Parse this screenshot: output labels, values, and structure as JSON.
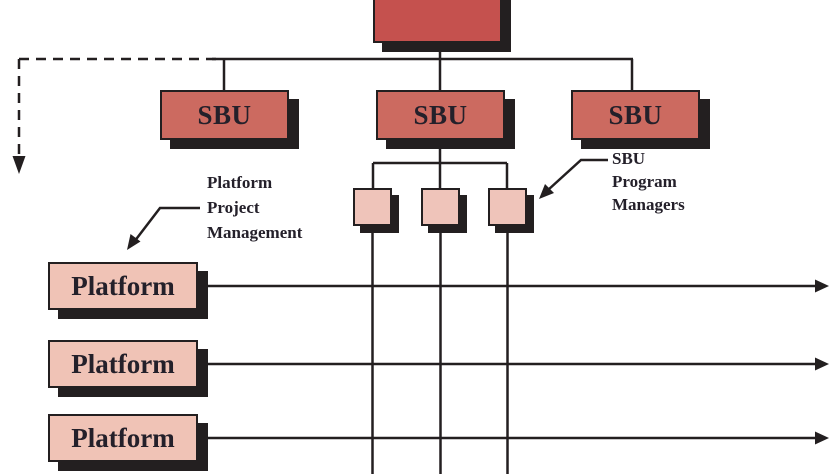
{
  "diagram": {
    "type": "organization-chart",
    "top_box": {
      "label": ""
    },
    "sbu_boxes": [
      {
        "label": "SBU"
      },
      {
        "label": "SBU"
      },
      {
        "label": "SBU"
      }
    ],
    "program_manager_boxes": {
      "count": 3,
      "label": ""
    },
    "platform_boxes": [
      {
        "label": "Platform"
      },
      {
        "label": "Platform"
      },
      {
        "label": "Platform"
      }
    ],
    "annotations": {
      "platform_project_management": {
        "lines": [
          "Platform",
          "Project",
          "Management"
        ]
      },
      "sbu_program_managers": {
        "lines": [
          "SBU",
          "Program",
          "Managers"
        ]
      }
    },
    "colors": {
      "top_box_fill": "#C5514E",
      "sbu_fill": "#CC6A60",
      "light_box_fill": "#F0C3B6",
      "line_and_shadow": "#231F20",
      "text": "#24202A",
      "background": "#FFFFFF"
    }
  }
}
